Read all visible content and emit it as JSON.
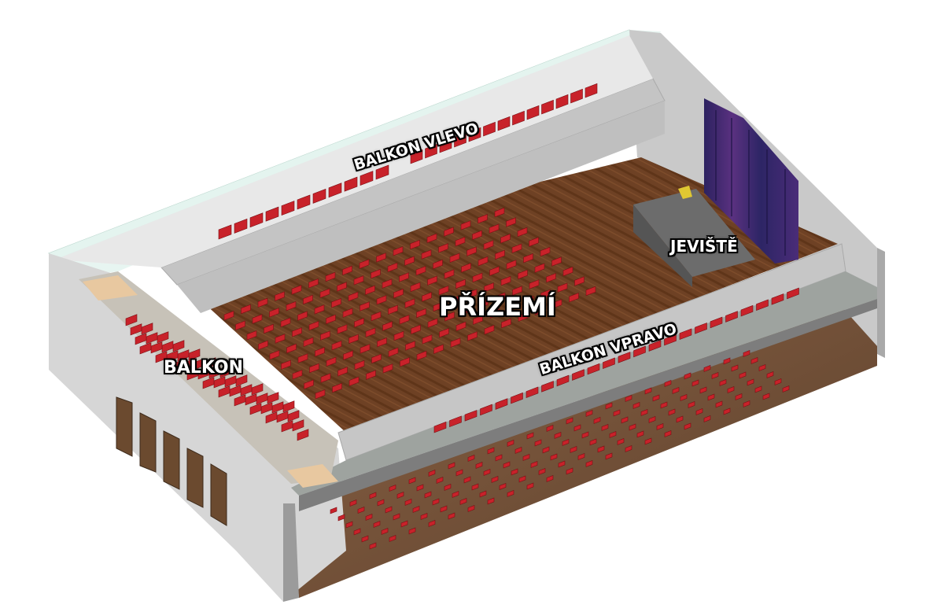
{
  "labels": {
    "balkon_vlevo": "BALKON VLEVO",
    "jeviste": "JEVIŠTĚ",
    "prizemi": "PŘÍZEMÍ",
    "balkon_vpravo": "BALKON VPRAVO",
    "balkon": "BALKON"
  },
  "colors": {
    "seat_red": "#c8222a",
    "floor_wood": "#6b3f22",
    "wall_grey": "#cfcfcf",
    "glass": "#dff2ec",
    "curtain": "#3b2a6e",
    "label_fill": "#ffffff",
    "label_outline": "#000000"
  }
}
